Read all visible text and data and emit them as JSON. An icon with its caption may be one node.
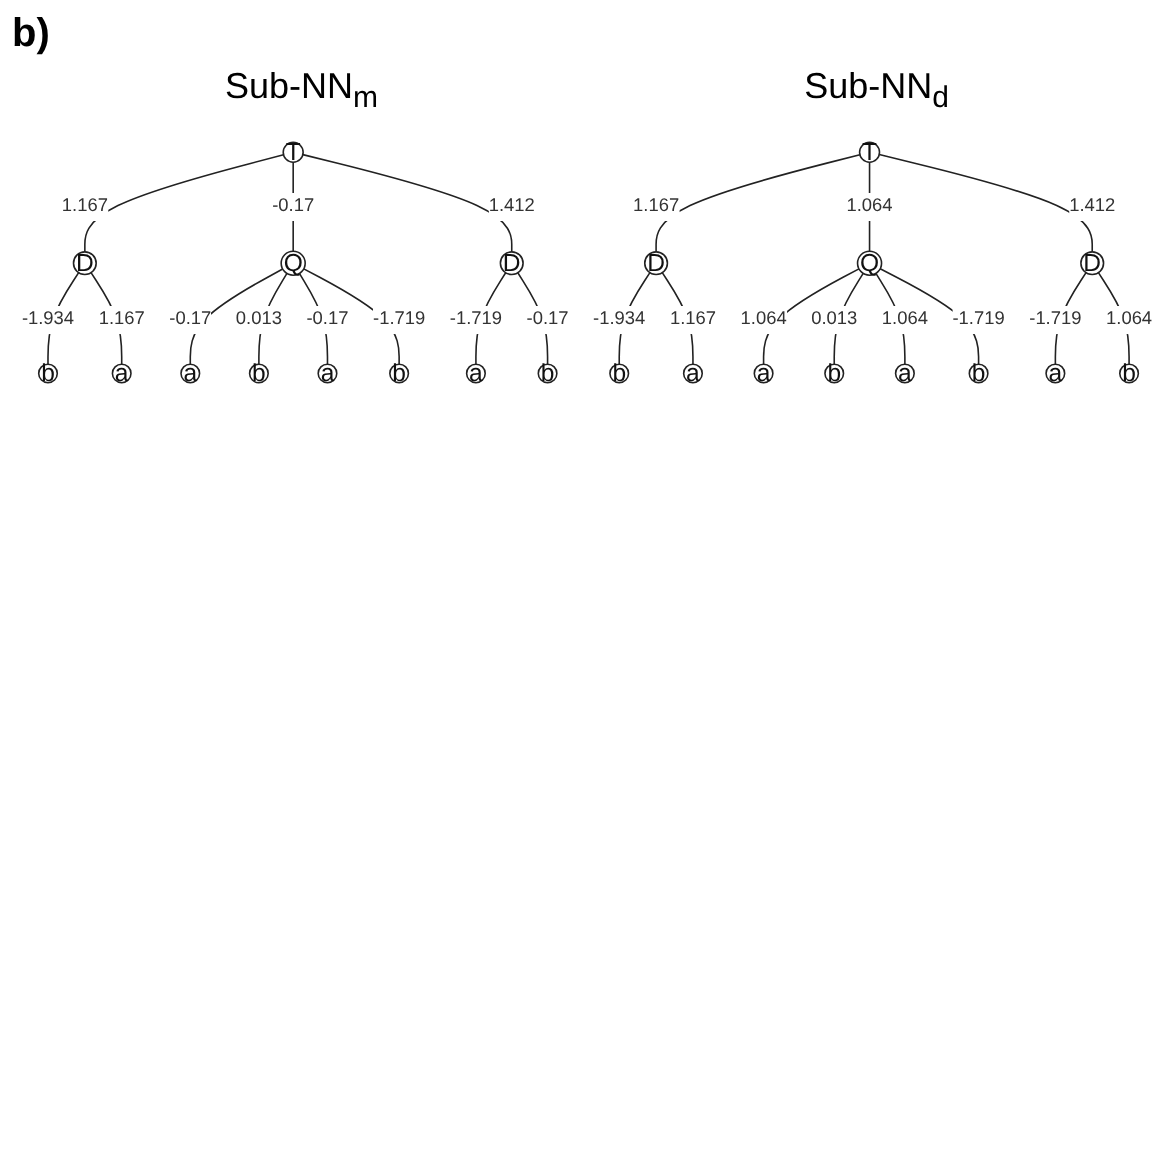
{
  "diagram": {
    "nodes": [
      {
        "text": [
          "T"
        ]
      },
      {
        "text": [
          "D"
        ]
      },
      {
        "text": [
          "Q"
        ]
      },
      {
        "text": [
          "D"
        ]
      },
      {
        "text": [
          "b"
        ]
      },
      {
        "text": [
          "a"
        ]
      },
      {
        "text": [
          "a"
        ]
      },
      {
        "text": [
          "b"
        ]
      },
      {
        "text": [
          "a"
        ]
      },
      {
        "text": [
          "b"
        ]
      },
      {
        "text": [
          "a"
        ]
      },
      {
        "text": [
          "b"
        ]
      },
      {
        "text": [
          "T"
        ]
      },
      {
        "text": [
          "D"
        ]
      },
      {
        "text": [
          "Q"
        ]
      },
      {
        "text": [
          "D"
        ]
      },
      {
        "text": [
          "b"
        ]
      },
      {
        "text": [
          "a"
        ]
      },
      {
        "text": [
          "a"
        ]
      },
      {
        "text": [
          "b"
        ]
      },
      {
        "text": [
          "a"
        ]
      },
      {
        "text": [
          "b"
        ]
      },
      {
        "text": [
          "a"
        ]
      },
      {
        "text": [
          "b"
        ]
      }
    ],
    "edges": [
      {
        "from": 0,
        "to": 1,
        "arrow": "none",
        "label": "1.167"
      },
      {
        "from": 0,
        "to": 2,
        "arrow": "none",
        "label": "-0.17"
      },
      {
        "from": 0,
        "to": 3,
        "arrow": "none",
        "label": "1.412"
      },
      {
        "from": 1,
        "to": 4,
        "arrow": "none",
        "label": "-1.934"
      },
      {
        "from": 1,
        "to": 5,
        "arrow": "none",
        "label": "1.167"
      },
      {
        "from": 2,
        "to": 6,
        "arrow": "none",
        "label": "-0.17"
      },
      {
        "from": 2,
        "to": 7,
        "arrow": "none",
        "label": "0.013"
      },
      {
        "from": 2,
        "to": 8,
        "arrow": "none",
        "label": "-0.17"
      },
      {
        "from": 2,
        "to": 9,
        "arrow": "none",
        "label": "-1.719"
      },
      {
        "from": 3,
        "to": 10,
        "arrow": "none",
        "label": "-1.719"
      },
      {
        "from": 3,
        "to": 11,
        "arrow": "none",
        "label": "-0.17"
      },
      {
        "from": 12,
        "to": 13,
        "arrow": "none",
        "label": "1.167"
      },
      {
        "from": 12,
        "to": 14,
        "arrow": "none",
        "label": "1.064"
      },
      {
        "from": 12,
        "to": 15,
        "arrow": "none",
        "label": "1.412"
      },
      {
        "from": 13,
        "to": 16,
        "arrow": "none",
        "label": "-1.934"
      },
      {
        "from": 13,
        "to": 17,
        "arrow": "none",
        "label": "1.167"
      },
      {
        "from": 14,
        "to": 18,
        "arrow": "none",
        "label": "1.064"
      },
      {
        "from": 14,
        "to": 19,
        "arrow": "none",
        "label": "0.013"
      },
      {
        "from": 14,
        "to": 20,
        "arrow": "none",
        "label": "1.064"
      },
      {
        "from": 14,
        "to": 21,
        "arrow": "none",
        "label": "-1.719"
      },
      {
        "from": 15,
        "to": 22,
        "arrow": "none",
        "label": "-1.719"
      },
      {
        "from": 15,
        "to": 23,
        "arrow": "none",
        "label": "1.064"
      }
    ],
    "labels": [
      "b)",
      "Sub-NN$_{m}$",
      "Sub-NN$_{d}$"
    ]
  }
}
